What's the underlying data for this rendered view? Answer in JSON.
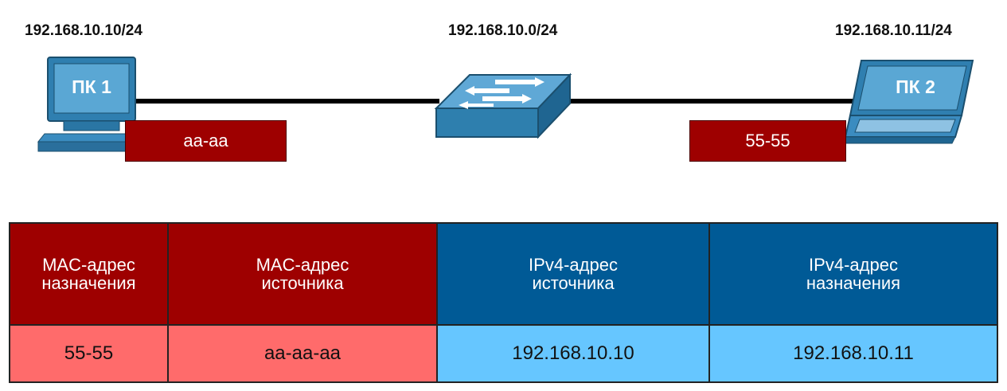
{
  "top_labels": {
    "pc1_ip": "192.168.10.10/24",
    "network": "192.168.10.0/24",
    "pc2_ip": "192.168.10.11/24"
  },
  "devices": {
    "pc1": {
      "label": "ПК 1",
      "mac": "aa-aa"
    },
    "pc2": {
      "label": "ПК 2",
      "mac": "55-55"
    }
  },
  "colors": {
    "mac_header": "#9e0000",
    "mac_cell": "#ff6b6b",
    "ip_header": "#005a96",
    "ip_cell": "#66c6ff",
    "device_blue": "#2e7fae"
  },
  "frame_table": {
    "headers": [
      "MAC-адрес назначения",
      "MAC-адрес источника",
      "IPv4-адрес источника",
      "IPv4-адрес назначения"
    ],
    "values": [
      "55-55",
      "aa-aa-aa",
      "192.168.10.10",
      "192.168.10.11"
    ]
  }
}
